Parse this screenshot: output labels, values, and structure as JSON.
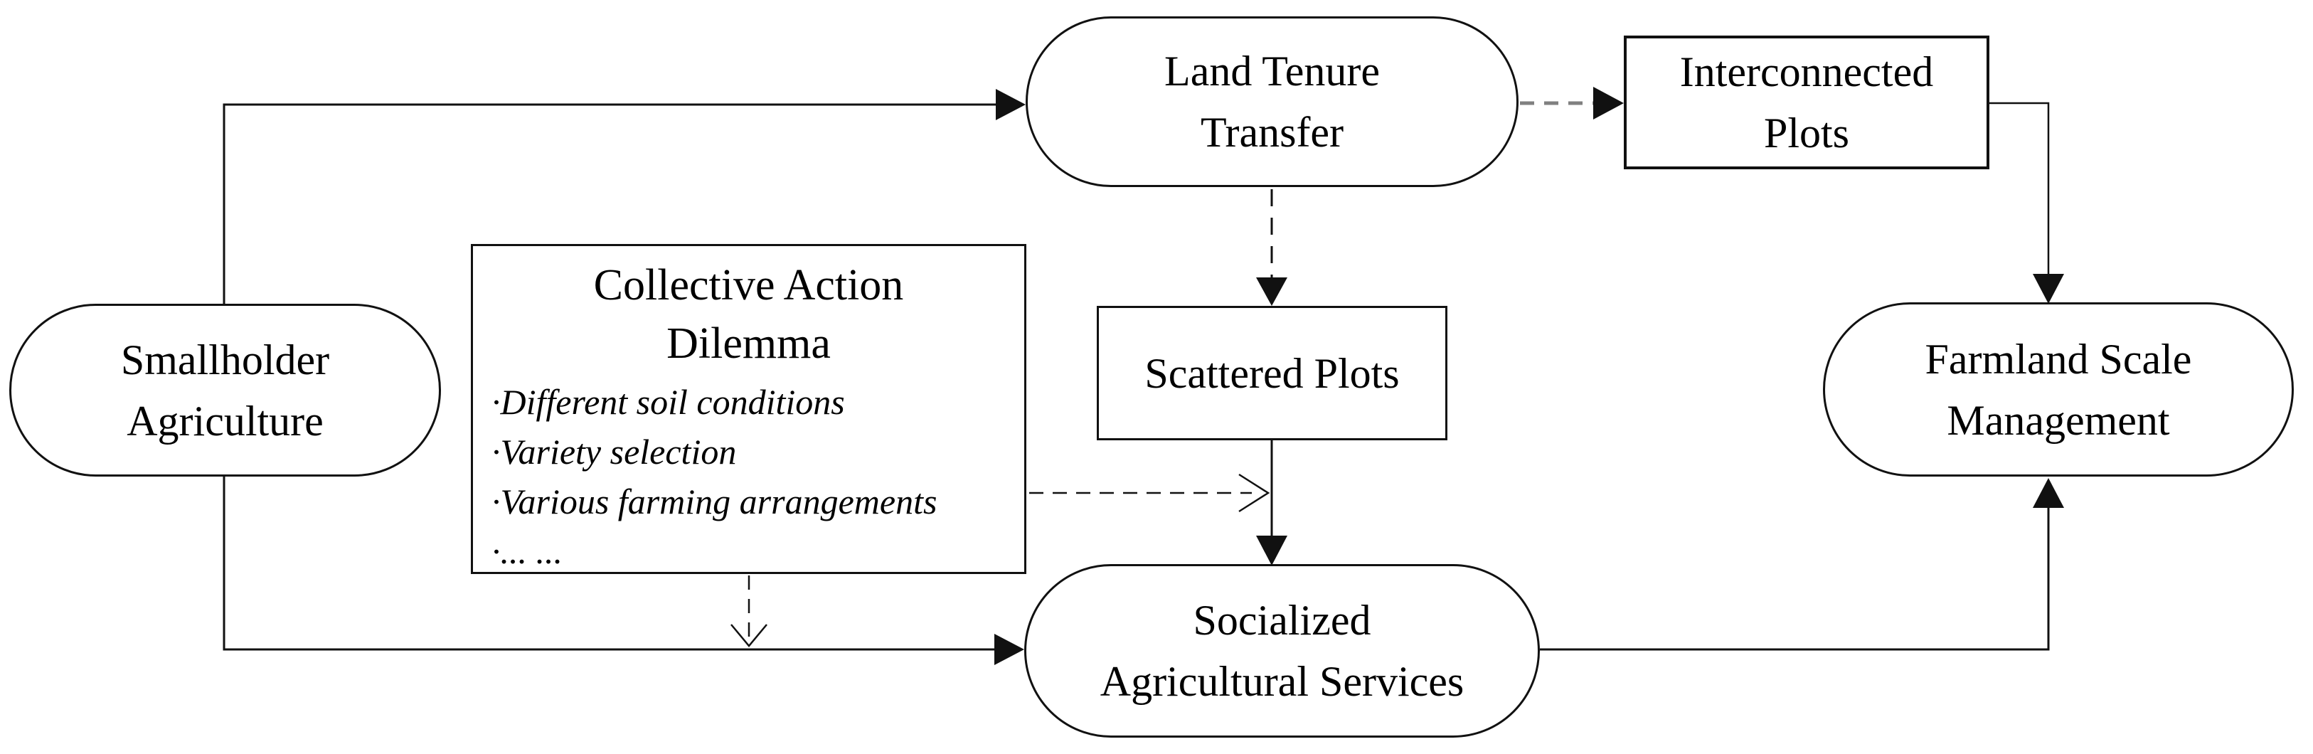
{
  "canvas": {
    "background": "#ffffff",
    "line_color": "#111111",
    "dashed_gray": "#808080"
  },
  "nodes": {
    "smallholder": {
      "shape": "stadium",
      "lines": [
        "Smallholder",
        "Agriculture"
      ]
    },
    "land_tenure": {
      "shape": "stadium",
      "lines": [
        "Land Tenure",
        "Transfer"
      ]
    },
    "interconnected": {
      "shape": "rect",
      "lines": [
        "Interconnected",
        "Plots"
      ]
    },
    "collective": {
      "shape": "rect",
      "title_lines": [
        "Collective Action",
        "Dilemma"
      ],
      "bullets": [
        "·Different soil conditions",
        "·Variety selection",
        "·Various farming arrangements",
        "·... ..."
      ]
    },
    "scattered": {
      "shape": "rect",
      "lines": [
        "Scattered Plots"
      ]
    },
    "socialized": {
      "shape": "stadium",
      "lines": [
        "Socialized",
        "Agricultural Services"
      ]
    },
    "farmland": {
      "shape": "stadium",
      "lines": [
        "Farmland Scale",
        "Management"
      ]
    }
  },
  "edges": [
    {
      "from": "smallholder",
      "to": "land_tenure",
      "style": "solid",
      "arrow": "filled"
    },
    {
      "from": "land_tenure",
      "to": "interconnected",
      "style": "dashed",
      "arrow": "filled"
    },
    {
      "from": "land_tenure",
      "to": "scattered",
      "style": "dashed",
      "arrow": "filled"
    },
    {
      "from": "interconnected",
      "to": "farmland",
      "style": "solid",
      "arrow": "filled"
    },
    {
      "from": "scattered",
      "to": "socialized",
      "style": "solid",
      "arrow": "filled"
    },
    {
      "from": "collective",
      "to": "scattered_socialized_link",
      "style": "dashed",
      "arrow": "open"
    },
    {
      "from": "collective",
      "to": "smallholder_socialized_link",
      "style": "dashed",
      "arrow": "open"
    },
    {
      "from": "smallholder",
      "to": "socialized",
      "style": "solid",
      "arrow": "filled"
    },
    {
      "from": "socialized",
      "to": "farmland",
      "style": "solid",
      "arrow": "filled"
    }
  ]
}
